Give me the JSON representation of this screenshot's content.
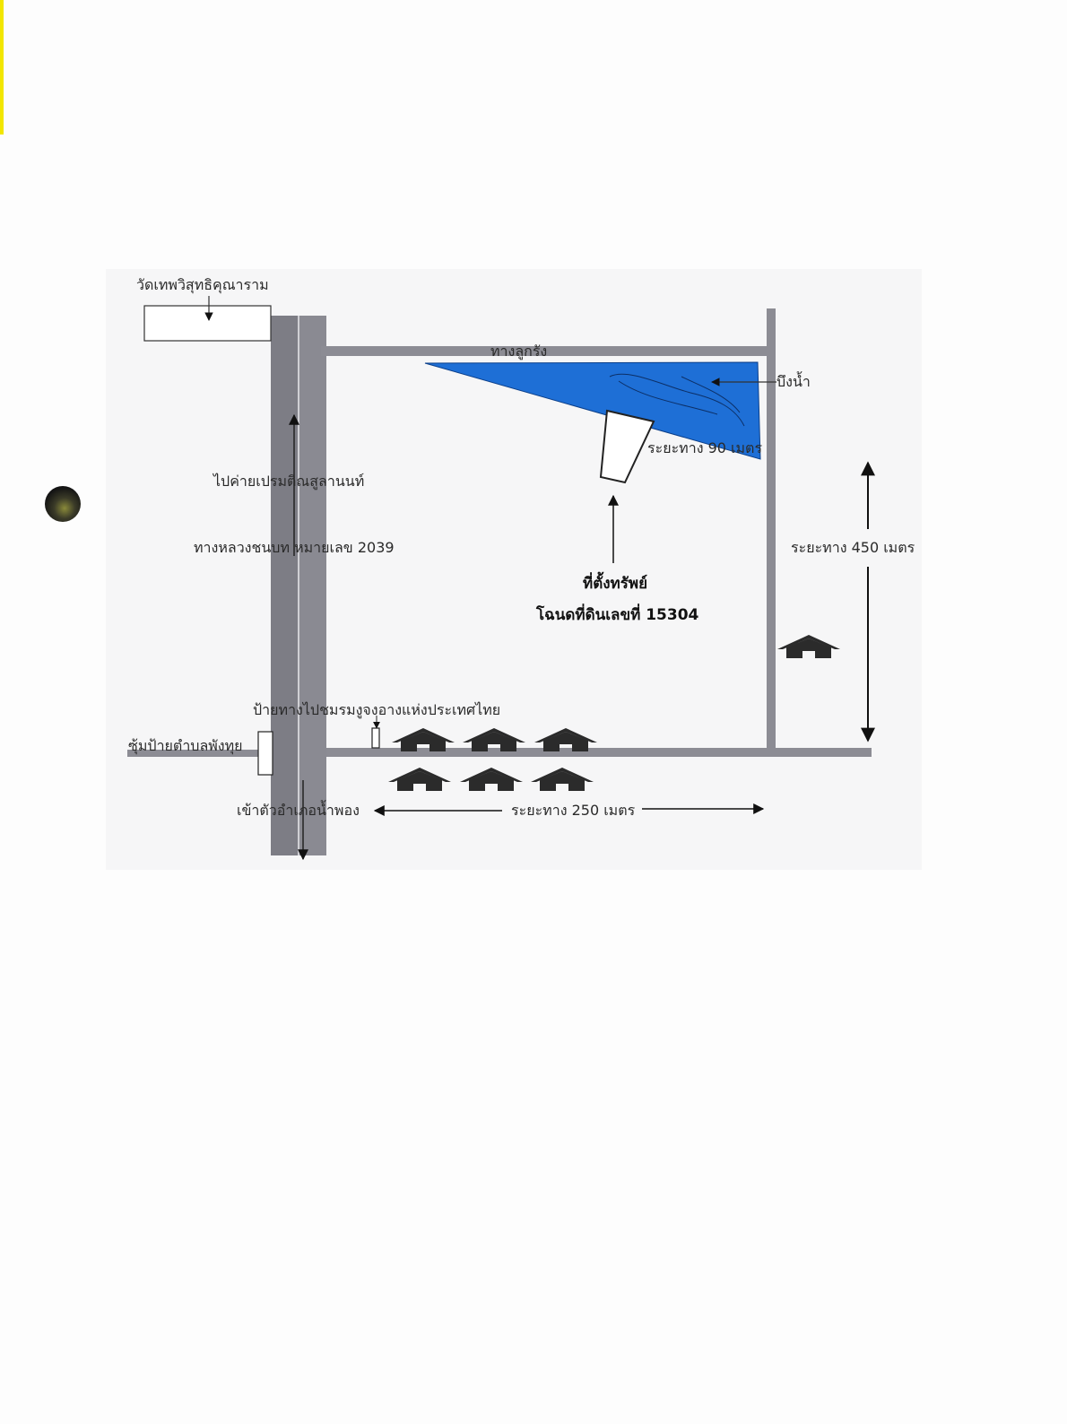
{
  "labels": {
    "temple": "วัดเทพวิสุทธิคุณาราม",
    "dirt_road": "ทางลูกรัง",
    "pond": "บึงน้ำ",
    "dist_90": "ระยะทาง 90 เมตร",
    "to_camp": "ไปค่ายเปรมติณสูลานนท์",
    "highway": "ทางหลวงชนบท หมายเลข 2039",
    "dist_450": "ระยะทาง 450 เมตร",
    "property_title": "ที่ตั้งทรัพย์",
    "deed": "โฉนดที่ดินเลขที่ 15304",
    "sign_to_fair": "ป้ายทางไปชมรมงูจงอางแห่งประเทศไทย",
    "arch": "ซุ้มป้ายตำบลพังทุย",
    "to_district": "เข้าตัวอำเภอน้ำพอง",
    "dist_250": "ระยะทาง 250 เมตร"
  },
  "colors": {
    "road": "#808088",
    "road_light": "#9a9aa2",
    "water": "#1e6fd6",
    "house": "#2b2b2b",
    "scan_mark": "#f2e600"
  },
  "icons": {
    "house": "house-icon",
    "arrow": "arrow-icon"
  }
}
